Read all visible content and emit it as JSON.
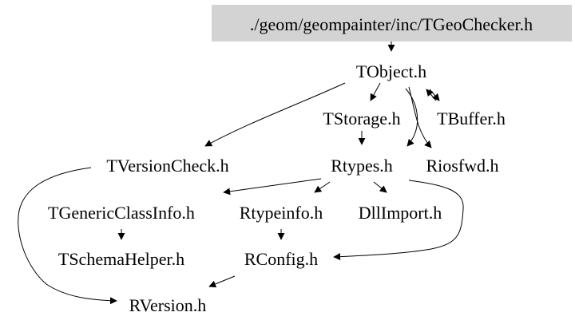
{
  "colors": {
    "root_fill": "#d3d3d3",
    "edge": "#000000",
    "text": "#000000",
    "background": "#ffffff"
  },
  "nodes": {
    "root": "./geom/geompainter/inc/TGeoChecker.h",
    "tobject": "TObject.h",
    "tstorage": "TStorage.h",
    "tbuffer": "TBuffer.h",
    "tversioncheck": "TVersionCheck.h",
    "rtypes": "Rtypes.h",
    "riosfwd": "Riosfwd.h",
    "tgenericclassinfo": "TGenericClassInfo.h",
    "rtypeinfo": "Rtypeinfo.h",
    "dllimport": "DllImport.h",
    "tschemahelper": "TSchemaHelper.h",
    "rconfig": "RConfig.h",
    "rversion": "RVersion.h"
  },
  "edges": [
    [
      "root",
      "tobject"
    ],
    [
      "tobject",
      "tstorage"
    ],
    [
      "tobject",
      "tbuffer"
    ],
    [
      "tobject",
      "tversioncheck"
    ],
    [
      "tobject",
      "rtypes"
    ],
    [
      "tobject",
      "riosfwd"
    ],
    [
      "tbuffer",
      "tobject"
    ],
    [
      "tstorage",
      "rtypes"
    ],
    [
      "rtypes",
      "tgenericclassinfo"
    ],
    [
      "rtypes",
      "rtypeinfo"
    ],
    [
      "rtypes",
      "dllimport"
    ],
    [
      "rtypes",
      "rconfig"
    ],
    [
      "tversioncheck",
      "rversion"
    ],
    [
      "tgenericclassinfo",
      "tschemahelper"
    ],
    [
      "rtypeinfo",
      "rconfig"
    ],
    [
      "rconfig",
      "rversion"
    ]
  ]
}
